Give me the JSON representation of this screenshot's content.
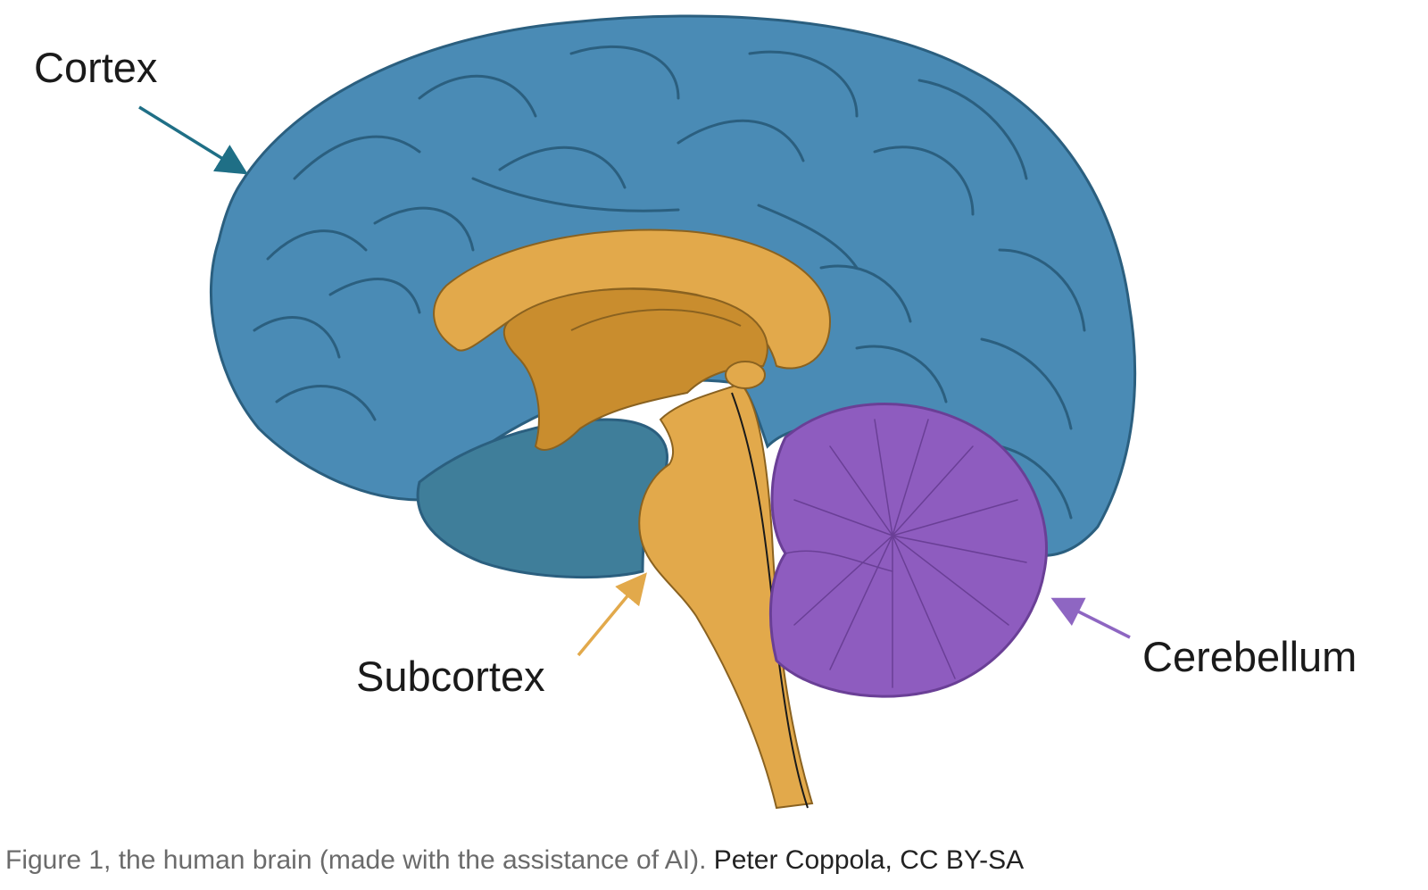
{
  "labels": {
    "cortex": "Cortex",
    "subcortex": "Subcortex",
    "cerebellum": "Cerebellum"
  },
  "caption": {
    "text": "Figure 1, the human brain (made with the assistance of AI).",
    "credit": " Peter Coppola, CC BY-SA"
  },
  "colors": {
    "cortex": "#4a8bb5",
    "cortex_outline": "#2b5f7f",
    "subcortex": "#e2a94b",
    "subcortex_dark": "#c98d2e",
    "cerebellum": "#8e5cbf",
    "cerebellum_outline": "#6a3f96",
    "cortex_arrow": "#1f6f86",
    "subcortex_arrow": "#e2a94b",
    "cerebellum_arrow": "#8e66c2",
    "caption_text": "#6b6b6b"
  }
}
